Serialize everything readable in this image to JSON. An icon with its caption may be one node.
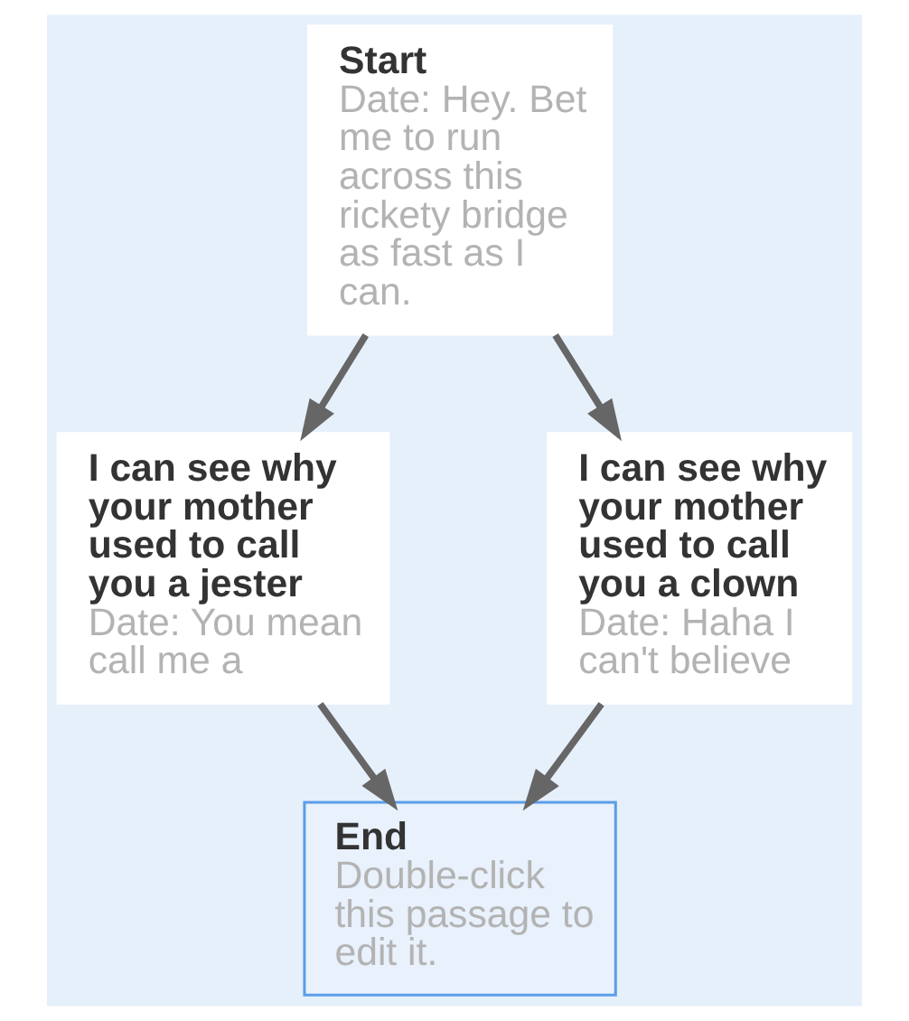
{
  "diagram": {
    "nodes": [
      {
        "text": [
          "Start",
          "Date: Hey. Bet me to run across this rickety bridge as fast as I can."
        ]
      },
      {
        "text": [
          "I can see why your mother used to call you a jester",
          "Date: You mean call me a"
        ]
      },
      {
        "text": [
          "I can see why your mother used to call you a clown",
          "Date: Haha I can't believe"
        ]
      },
      {
        "text": [
          "End",
          "Double-click this passage to edit it."
        ]
      }
    ],
    "edges": [
      {
        "from": 0,
        "to": 1,
        "arrow": "to"
      },
      {
        "from": 0,
        "to": 2,
        "arrow": "to"
      },
      {
        "from": 1,
        "to": 3,
        "arrow": "to"
      },
      {
        "from": 2,
        "to": 3,
        "arrow": "to"
      }
    ]
  }
}
